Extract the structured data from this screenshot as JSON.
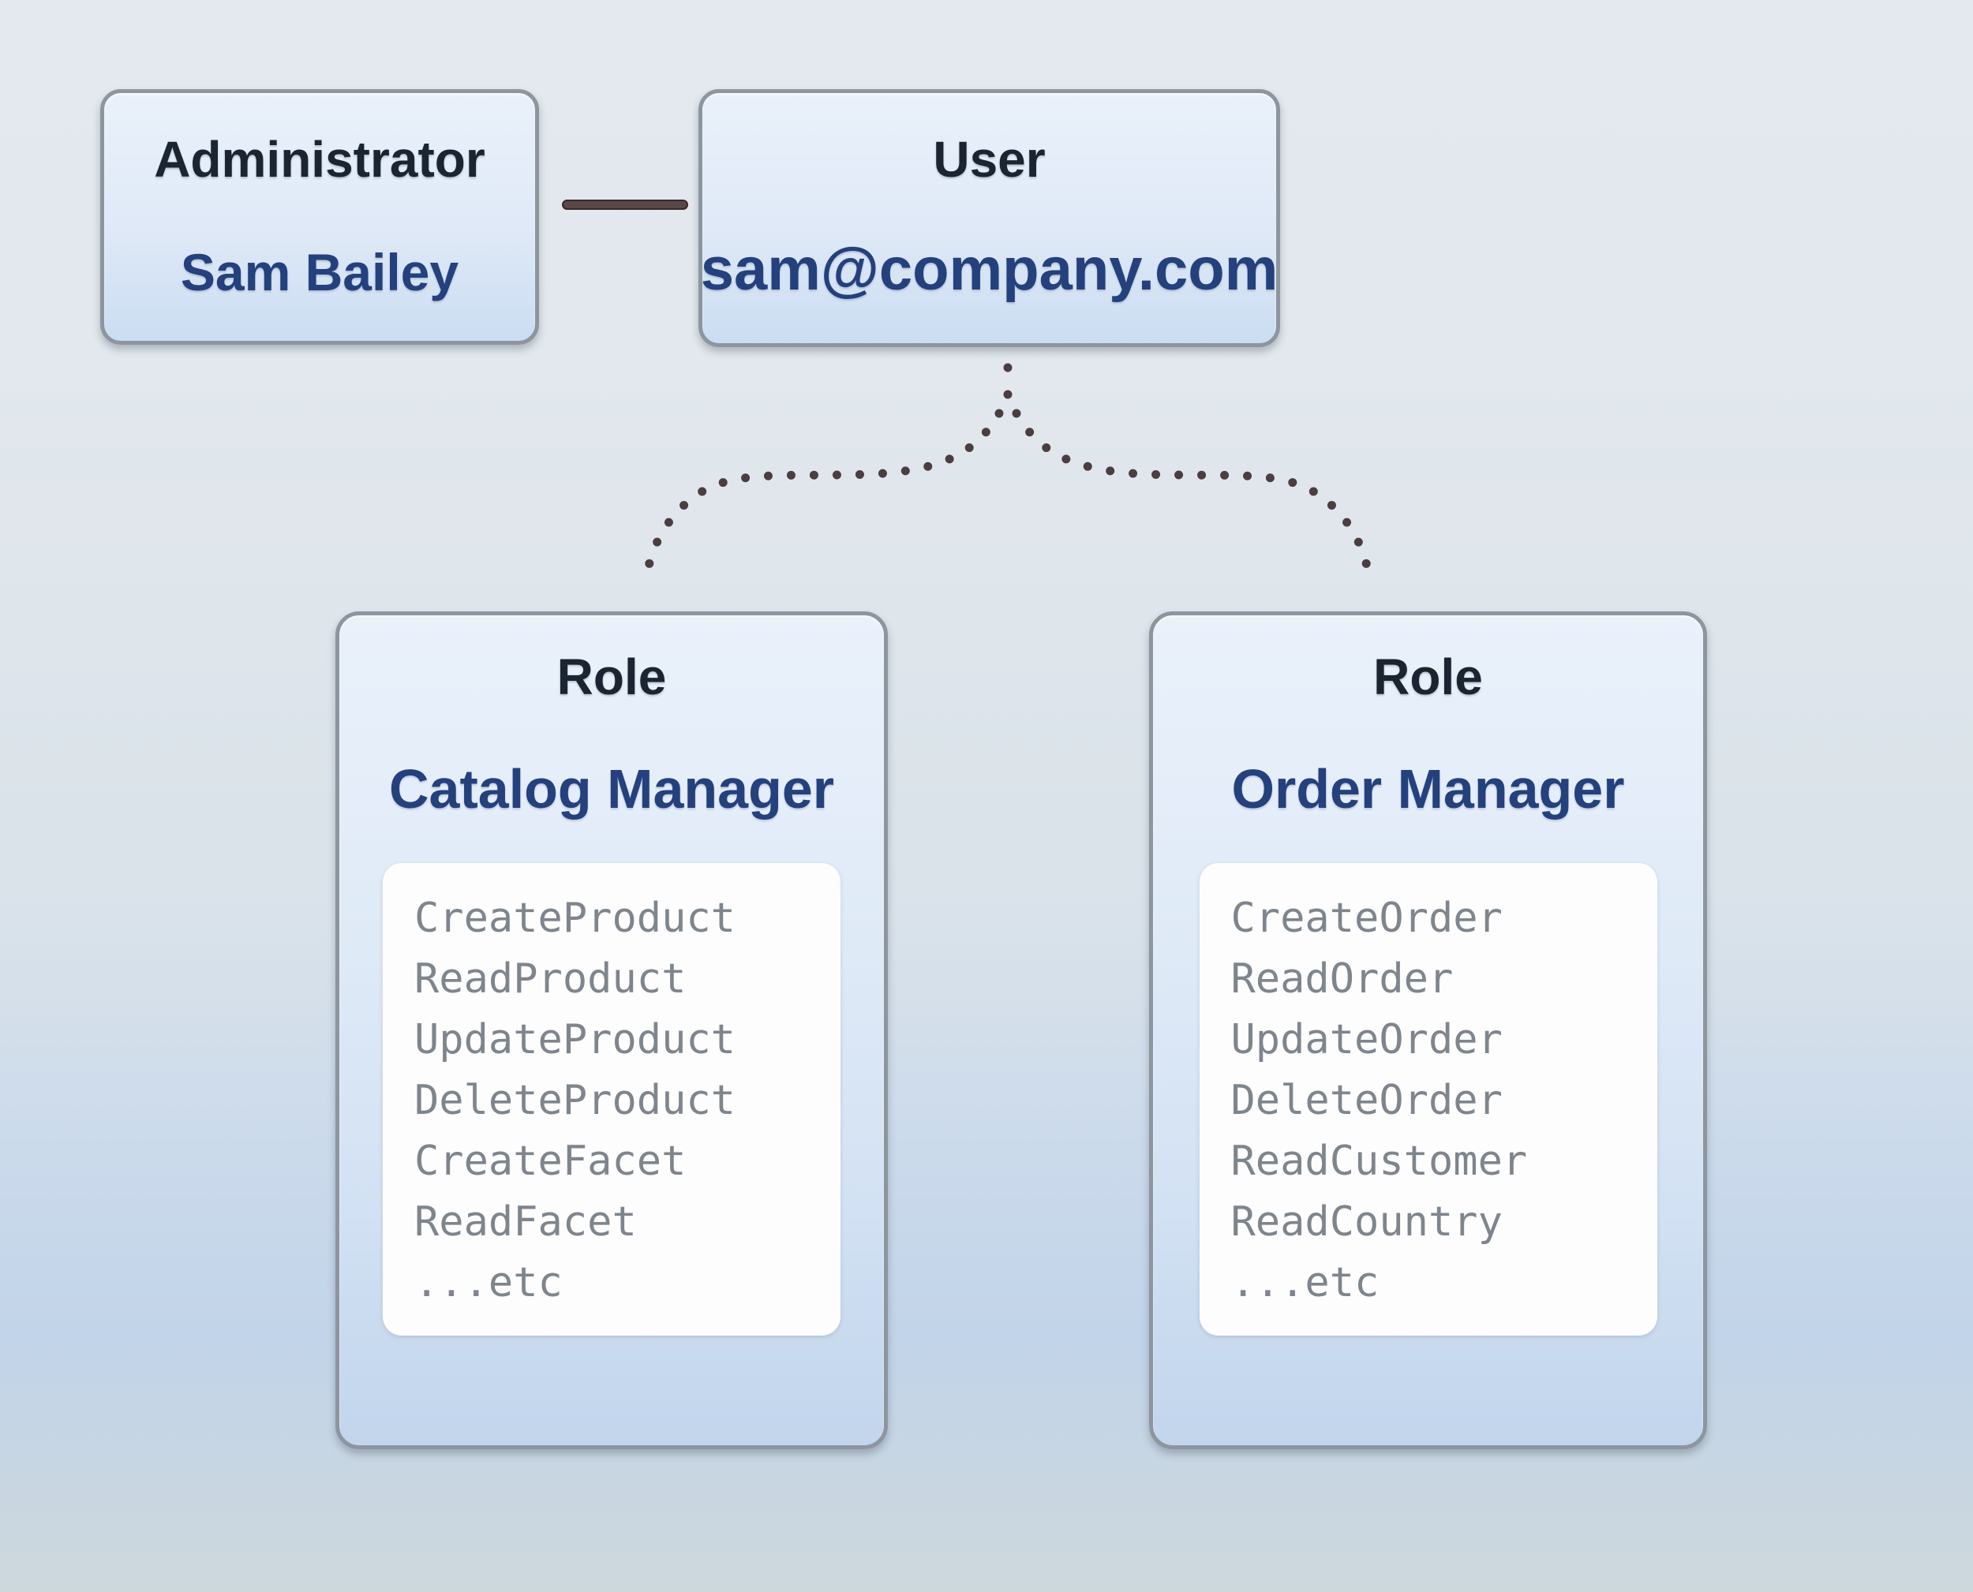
{
  "admin_box": {
    "heading": "Administrator",
    "name": "Sam Bailey"
  },
  "user_box": {
    "heading": "User",
    "email": "sam@company.com"
  },
  "roles": [
    {
      "heading": "Role",
      "name": "Catalog Manager",
      "permissions": [
        "CreateProduct",
        "ReadProduct",
        "UpdateProduct",
        "DeleteProduct",
        "CreateFacet",
        "ReadFacet",
        "...etc"
      ]
    },
    {
      "heading": "Role",
      "name": "Order Manager",
      "permissions": [
        "CreateOrder",
        "ReadOrder",
        "UpdateOrder",
        "DeleteOrder",
        "ReadCustomer",
        "ReadCountry",
        "...etc"
      ]
    }
  ],
  "colors": {
    "accent_navy": "#24417d",
    "heading_text": "#1b2431",
    "permission_text": "#7e858d",
    "box_border": "#8d969e",
    "box_fill_top": "#eaf1fb",
    "box_fill_bottom": "#c2d5ec",
    "panel_white": "#fdfdfe",
    "connector_line": "#5a4748",
    "dotted_line": "#4b3d40"
  }
}
